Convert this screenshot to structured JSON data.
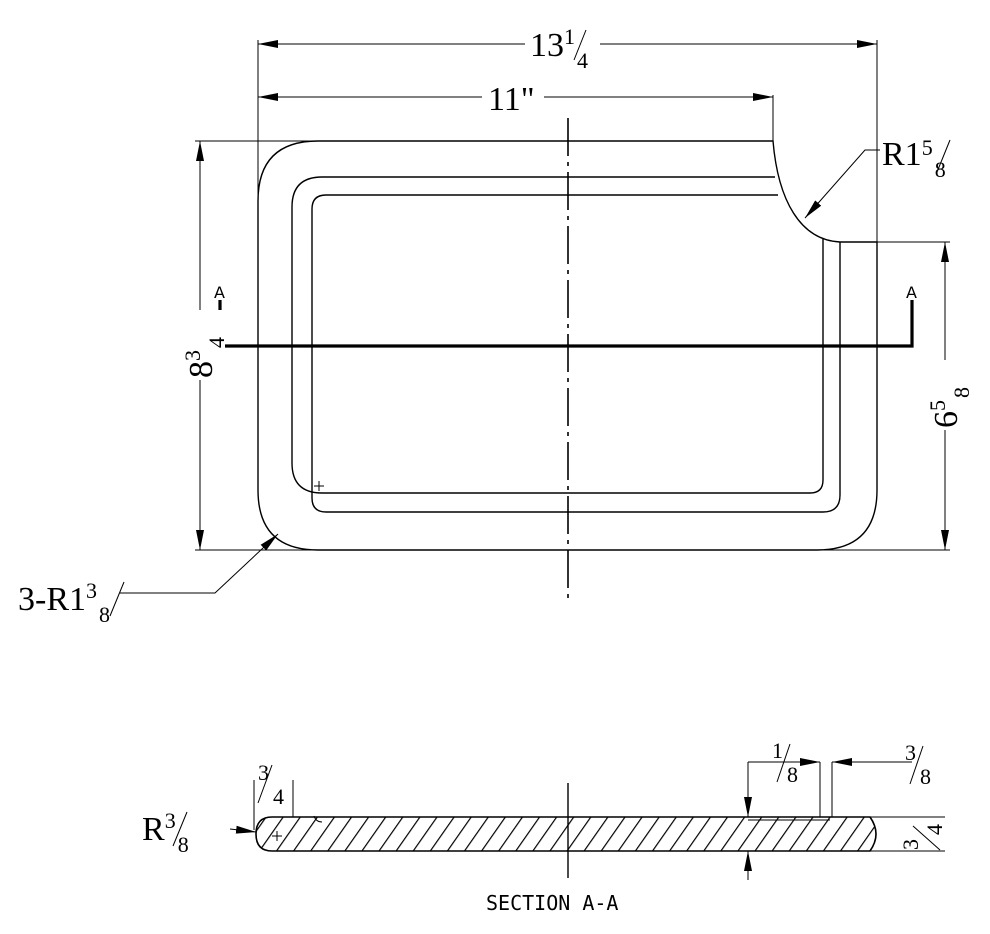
{
  "drawing": {
    "dims": {
      "overall_width": {
        "whole": "13",
        "num": "1",
        "den": "4"
      },
      "inner_width": "11\"",
      "radius_top_right": {
        "prefix": "R1",
        "num": "5",
        "den": "8"
      },
      "overall_height": {
        "whole": "8",
        "num": "3",
        "den": "4"
      },
      "right_height": {
        "whole": "6",
        "num": "5",
        "den": "8"
      },
      "corner_radius": {
        "prefix": "3-R1",
        "num": "3",
        "den": "8"
      }
    },
    "section_marker": "A",
    "section": {
      "title": "SECTION A-A",
      "edge_radius": {
        "prefix": "R",
        "num": "3",
        "den": "8"
      },
      "left_thickness": {
        "num": "3",
        "den": "4"
      },
      "groove_width": {
        "num": "1",
        "den": "8"
      },
      "groove_offset": {
        "num": "3",
        "den": "8"
      },
      "right_thickness": {
        "num": "3",
        "den": "4"
      }
    }
  }
}
